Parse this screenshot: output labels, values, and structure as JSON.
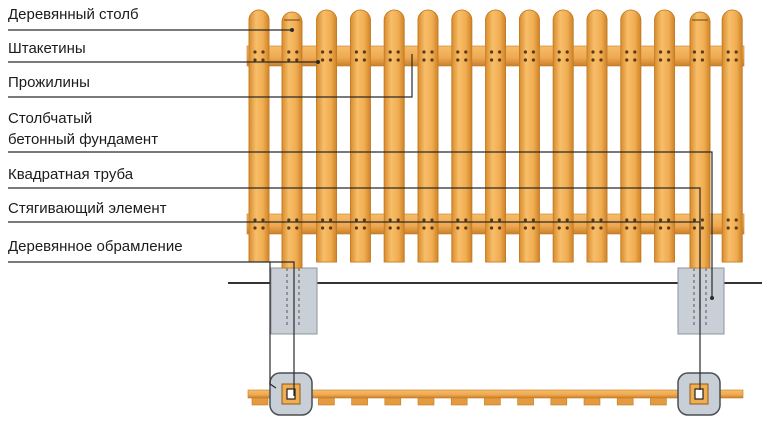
{
  "labels": {
    "wooden_post": "Деревянный столб",
    "pickets": "Штакетины",
    "rails": "Прожилины",
    "foundation_line1": "Столбчатый",
    "foundation_line2": "бетонный фундамент",
    "square_tube": "Квадратная труба",
    "tie_element": "Стягивающий элемент",
    "wood_frame": "Деревянное обрамление"
  },
  "colors": {
    "wood_light": "#f4b45a",
    "wood_dark": "#d98c2c",
    "wood_edge": "#c27a24",
    "hole": "#5a3a16",
    "concrete": "#c9cfd6",
    "concrete_edge": "#8e969f",
    "leader_line": "#2a2a2a",
    "ground_line": "#333333"
  }
}
